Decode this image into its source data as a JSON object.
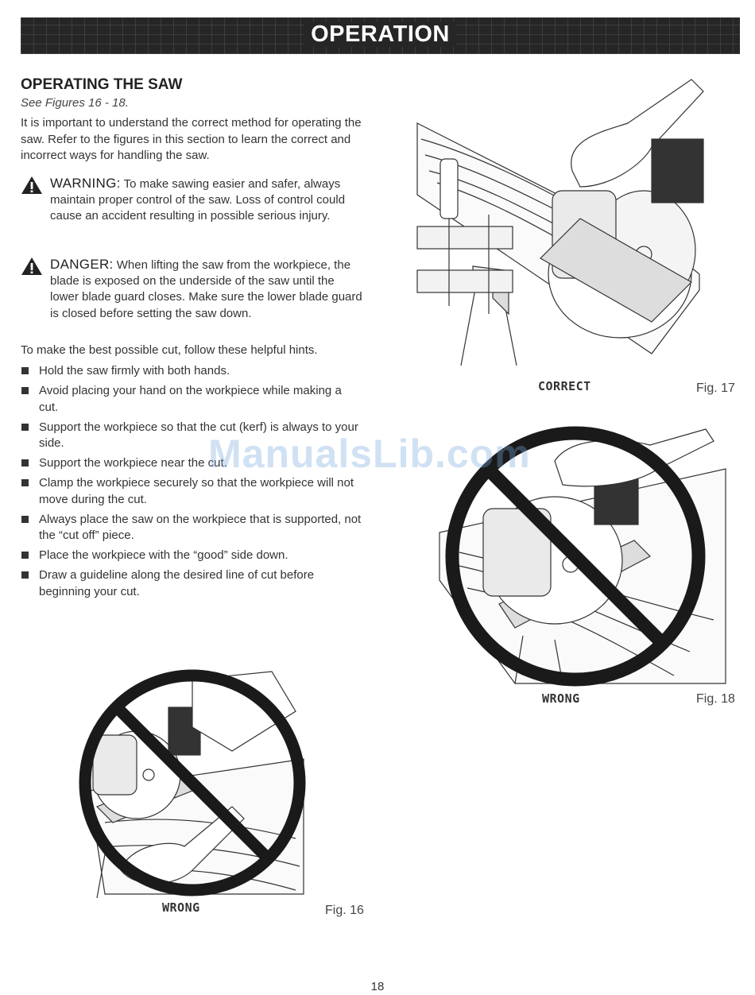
{
  "header": {
    "title": "OPERATION"
  },
  "section": {
    "heading": "OPERATING THE SAW",
    "subheading": "See Figures 16 - 18.",
    "intro": "It is important to understand the correct method for operating the saw. Refer to the figures in this section to learn the correct and incorrect ways for handling the saw."
  },
  "warning": {
    "icon": "warning-triangle-icon",
    "label": "WARNING:",
    "text": "To make sawing easier and safer, always maintain proper control of the saw. Loss of control could cause an accident resulting in possible serious injury."
  },
  "danger": {
    "icon": "warning-triangle-icon",
    "label": "DANGER:",
    "text": "When lifting the saw from the workpiece, the blade is exposed on the underside of the saw until the lower blade guard closes. Make sure the lower blade guard is closed before setting the saw down."
  },
  "hints": {
    "intro": "To make the best possible cut, follow these helpful hints.",
    "items": [
      "Hold the saw firmly with both hands.",
      "Avoid placing your hand on the workpiece while making a cut.",
      "Support the workpiece so that the cut (kerf) is always to your side.",
      "Support the workpiece near the cut.",
      "Clamp the workpiece securely so that the workpiece will not move during the cut.",
      "Always place the saw on the workpiece that is supported, not the “cut off” piece.",
      "Place the workpiece with the “good” side down.",
      "Draw a guideline along the desired line of cut before beginning your cut."
    ]
  },
  "figures": {
    "fig17": {
      "caption": "CORRECT",
      "number": "Fig. 17"
    },
    "fig18": {
      "caption": "WRONG",
      "number": "Fig. 18"
    },
    "fig16": {
      "caption": "WRONG",
      "number": "Fig. 16"
    }
  },
  "watermark": "ManualsLib.com",
  "footer": {
    "page_number": "18"
  }
}
